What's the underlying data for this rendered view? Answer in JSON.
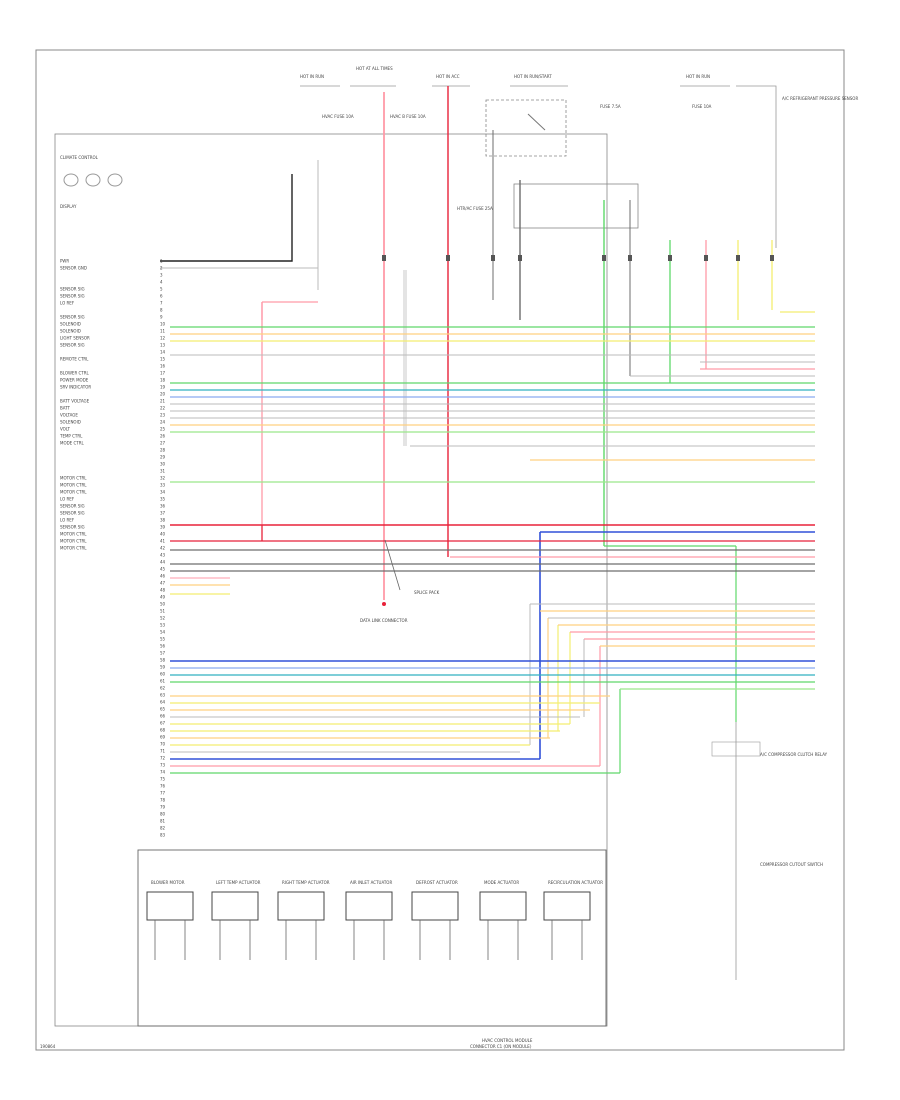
{
  "footer": {
    "left_code": "190864",
    "title_line1": "HVAC CONTROL MODULE",
    "title_line2": "CONNECTOR C1 (ON MODULE)"
  },
  "power_sources": [
    {
      "label": "HOT IN RUN"
    },
    {
      "label": "HOT AT ALL TIMES"
    },
    {
      "label": "HOT IN ACC"
    },
    {
      "label": "HOT IN RUN/START"
    },
    {
      "label": "HOT IN RUN"
    }
  ],
  "fuses": [
    {
      "label": "HVAC FUSE 10A"
    },
    {
      "label": "HVAC B FUSE 10A"
    },
    {
      "label": "HTR/AC FUSE 25A"
    },
    {
      "label": "FUSE 7.5A"
    },
    {
      "label": "FUSE 10A"
    }
  ],
  "modules": [
    {
      "label": "BLOWER MOTOR"
    },
    {
      "label": "LEFT TEMP ACTUATOR"
    },
    {
      "label": "RIGHT TEMP ACTUATOR"
    },
    {
      "label": "AIR INLET ACTUATOR"
    },
    {
      "label": "DEFROST ACTUATOR"
    },
    {
      "label": "MODE ACTUATOR"
    },
    {
      "label": "RECIRCULATION ACTUATOR"
    }
  ],
  "right_labels": [
    {
      "label": "A/C COMPRESSOR CLUTCH RELAY"
    },
    {
      "label": "COMPRESSOR CUTOUT SWITCH"
    },
    {
      "label": "A/C REFRIGERANT PRESSURE SENSOR"
    }
  ],
  "center_labels": [
    {
      "label": "SPLICE PACK"
    },
    {
      "label": "DATA LINK CONNECTOR"
    }
  ],
  "left_header": {
    "line1": "CLIMATE CONTROL",
    "line2": "DISPLAY"
  },
  "pin_labels": [
    "PWR",
    "SENSOR GND",
    "",
    "",
    "SENSOR SIG",
    "SENSOR SIG",
    "LO REF",
    "",
    "SENSOR SIG",
    "SOLENOID",
    "SOLENOID",
    "LIGHT SENSOR",
    "SENSOR SIG",
    "",
    "REMOTE CTRL",
    "",
    "BLOWER CTRL",
    "POWER MODE",
    "SRV INDICATOR",
    "",
    "BATT VOLTAGE",
    "BATT",
    "VOLTAGE",
    "SOLENOID",
    "VOLT",
    "TEMP CTRL",
    "MODE CTRL",
    "",
    "",
    "",
    "",
    "MOTOR CTRL",
    "MOTOR CTRL",
    "MOTOR CTRL",
    "LO REF",
    "SENSOR SIG",
    "SENSOR SIG",
    "LO REF",
    "SENSOR SIG",
    "MOTOR CTRL",
    "MOTOR CTRL",
    "MOTOR CTRL"
  ],
  "wire_colors": {
    "pink": "#ff9aa8",
    "red": "#e8223a",
    "green": "#5fd86a",
    "lightgreen": "#9be88a",
    "blue": "#3050d8",
    "lightblue": "#8aaaf0",
    "yellow": "#f4ee70",
    "orange": "#ffd080",
    "gray": "#bbbbbb",
    "darkgray": "#6d6d6d",
    "black": "#222222",
    "teal": "#30b0c0"
  }
}
